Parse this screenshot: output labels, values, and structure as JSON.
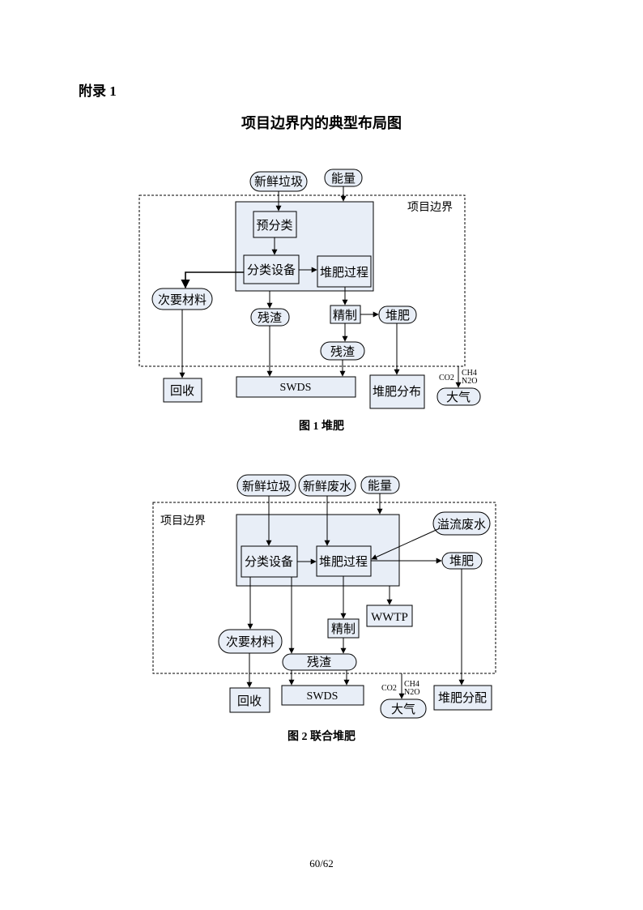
{
  "header": {
    "appendix": "附录 1",
    "title": "项目边界内的典型布局图"
  },
  "figure1": {
    "caption": "图 1 堆肥",
    "boundary_label": "项目边界",
    "nodes": {
      "fresh_waste": "新鲜垃圾",
      "energy": "能量",
      "presort": "预分类",
      "sorting": "分类设备",
      "composting": "堆肥过程",
      "secondary": "次要材料",
      "residue1": "残渣",
      "refining": "精制",
      "compost": "堆肥",
      "residue2": "残渣",
      "recycle": "回收",
      "swds": "SWDS",
      "compost_dist": "堆肥分布",
      "atmosphere": "大气"
    },
    "gases": {
      "co2": "CO2",
      "ch4": "CH4",
      "n2o": "N2O"
    }
  },
  "figure2": {
    "caption": "图 2 联合堆肥",
    "boundary_label": "项目边界",
    "nodes": {
      "fresh_waste": "新鲜垃圾",
      "fresh_wastewater": "新鲜废水",
      "energy": "能量",
      "overflow": "溢流废水",
      "sorting": "分类设备",
      "composting": "堆肥过程",
      "compost": "堆肥",
      "wwtp": "WWTP",
      "refining": "精制",
      "secondary": "次要材料",
      "residue": "残渣",
      "recycle": "回收",
      "swds": "SWDS",
      "atmosphere": "大气",
      "compost_dist": "堆肥分配"
    },
    "gases": {
      "co2": "CO2",
      "ch4": "CH4",
      "n2o": "N2O"
    }
  },
  "footer": {
    "page_number": "60/62"
  },
  "colors": {
    "box_fill": "#e8eef7",
    "stroke": "#000000"
  }
}
